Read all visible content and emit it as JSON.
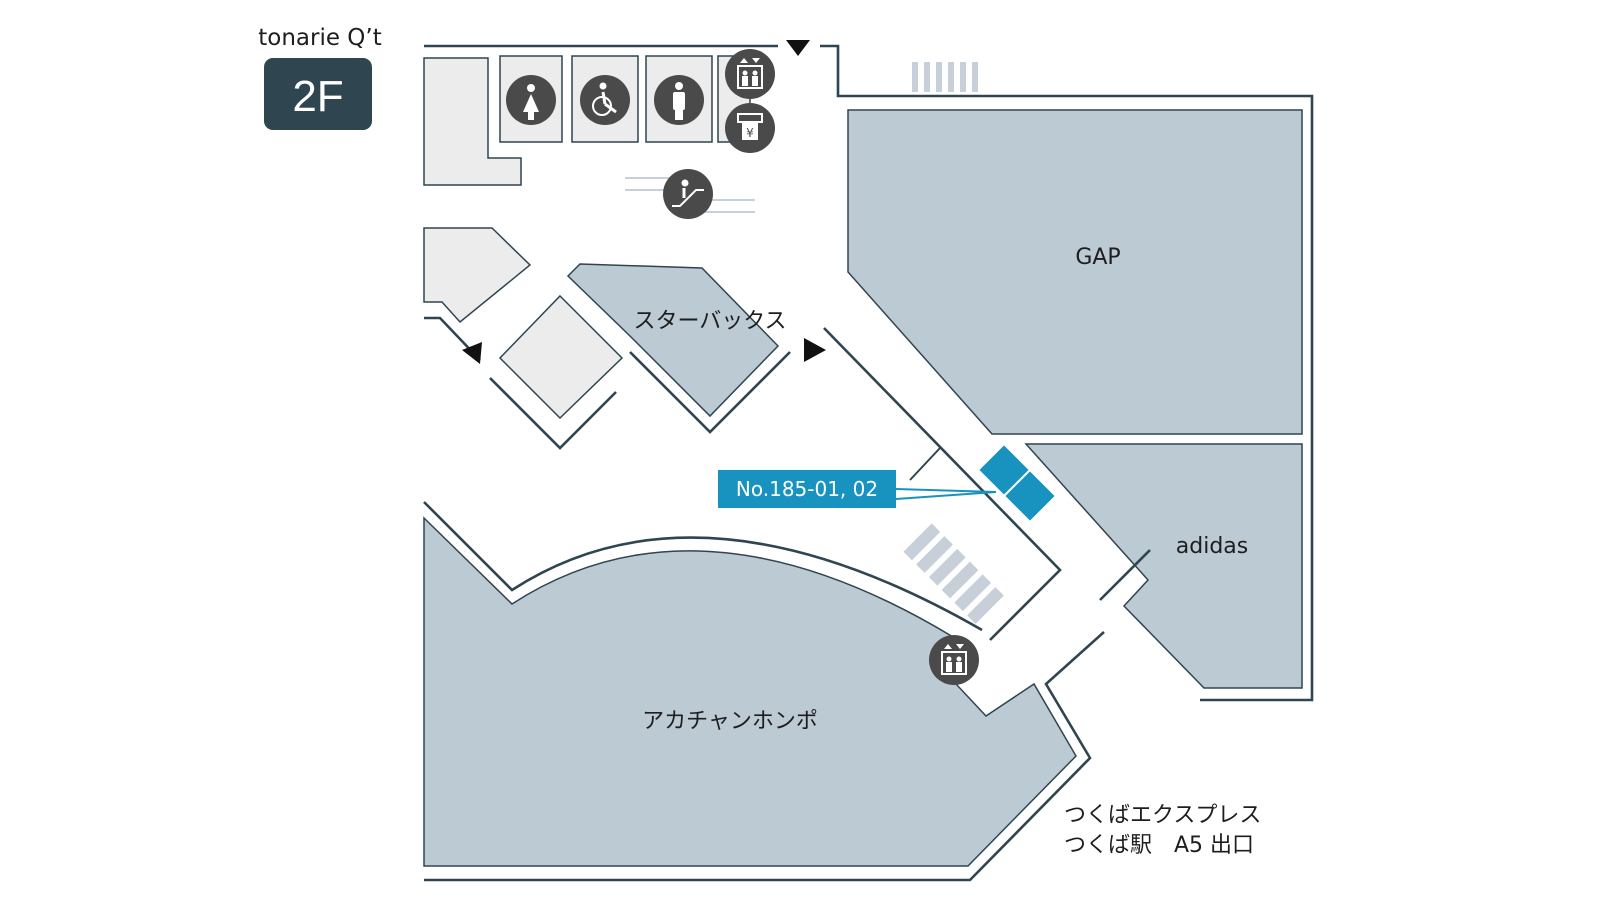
{
  "building": "tonarie Q’t",
  "floor": "2F",
  "shops": {
    "gap": "GAP",
    "adidas": "adidas",
    "starbucks": "スターバックス",
    "akachan": "アカチャンホンポ"
  },
  "callout": {
    "label": "No.185-01, 02"
  },
  "exit": {
    "line1": "つくばエクスプレス",
    "line2": "つくば駅　A5 出口"
  },
  "colors": {
    "shop_fill": "#bccad4",
    "wall": "#2f4550",
    "highlight": "#1893bf",
    "floor_badge": "#2f4550",
    "icon_bg": "#4a4a4a"
  },
  "icons": [
    "restroom-women-icon",
    "restroom-accessible-icon",
    "restroom-men-icon",
    "elevator-icon",
    "atm-icon",
    "escalator-icon",
    "elevator-icon"
  ]
}
